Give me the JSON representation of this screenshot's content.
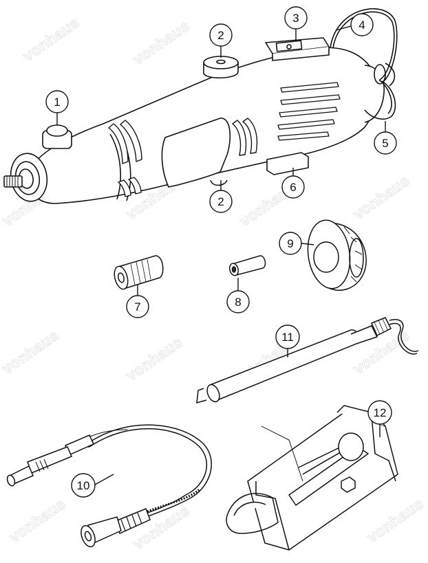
{
  "watermark": {
    "text": "vonhaus"
  },
  "callouts": [
    {
      "id": "c1",
      "label": "1",
      "part": "on-off-switch"
    },
    {
      "id": "c2a",
      "label": "2",
      "part": "speed-dial-top"
    },
    {
      "id": "c2b",
      "label": "2",
      "part": "speed-dial-bottom"
    },
    {
      "id": "c3",
      "label": "3",
      "part": "spindle-lock-button"
    },
    {
      "id": "c4",
      "label": "4",
      "part": "hanging-hook"
    },
    {
      "id": "c5",
      "label": "5",
      "part": "power-cord"
    },
    {
      "id": "c6",
      "label": "6",
      "part": "stand-mount"
    },
    {
      "id": "c7",
      "label": "7",
      "part": "collet-nut"
    },
    {
      "id": "c8",
      "label": "8",
      "part": "collet"
    },
    {
      "id": "c9",
      "label": "9",
      "part": "cap-nut"
    },
    {
      "id": "c10",
      "label": "10",
      "part": "flexible-shaft"
    },
    {
      "id": "c11",
      "label": "11",
      "part": "extension-handle"
    },
    {
      "id": "c12",
      "label": "12",
      "part": "holder-stand"
    }
  ]
}
